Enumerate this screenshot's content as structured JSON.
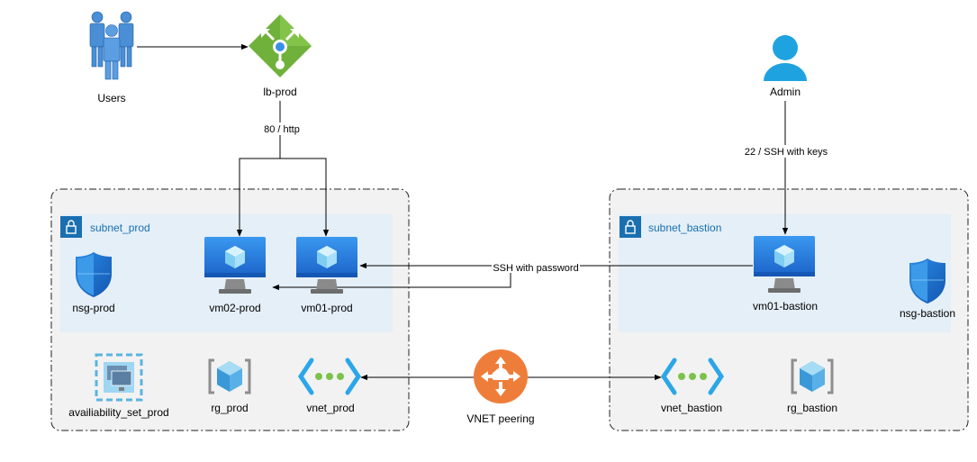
{
  "nodes": {
    "users": "Users",
    "lb_prod": "lb-prod",
    "admin": "Admin",
    "subnet_prod": "subnet_prod",
    "subnet_bastion": "subnet_bastion",
    "nsg_prod": "nsg-prod",
    "vm02_prod": "vm02-prod",
    "vm01_prod": "vm01-prod",
    "vm01_bastion": "vm01-bastion",
    "nsg_bastion": "nsg-bastion",
    "availability_set_prod": "availiability_set_prod",
    "rg_prod": "rg_prod",
    "vnet_prod": "vnet_prod",
    "vnet_peering": "VNET peering",
    "vnet_bastion": "vnet_bastion",
    "rg_bastion": "rg_bastion"
  },
  "edges": {
    "http": "80 / http",
    "ssh_keys": "22 / SSH with keys",
    "ssh_password": "SSH with password"
  },
  "colors": {
    "azure_blue": "#1e78d7",
    "lb_green": "#6fb13a",
    "peering_orange": "#ef7d3a",
    "subnet_fill": "#e4eff7",
    "group_fill": "#f2f2f2"
  }
}
